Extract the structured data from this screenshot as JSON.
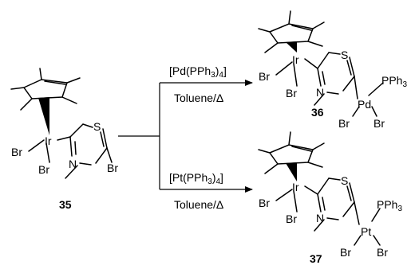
{
  "scheme": {
    "start_compound": {
      "number": "35",
      "atoms": {
        "metal": "Ir",
        "hal1": "Br",
        "hal2": "Br",
        "s": "S",
        "n": "N",
        "ring_br": "Br"
      }
    },
    "reactions": [
      {
        "reagent_pre": "[Pd(PPh",
        "reagent_sub": "3",
        "reagent_mid": ")",
        "reagent_sub2": "4",
        "reagent_post": "]",
        "solvent": "Toluene/Δ"
      },
      {
        "reagent_pre": "[Pt(PPh",
        "reagent_sub": "3",
        "reagent_mid": ")",
        "reagent_sub2": "4",
        "reagent_post": "]",
        "solvent": "Toluene/Δ"
      }
    ],
    "product_pd": {
      "number": "36",
      "atoms": {
        "metal": "Ir",
        "hal1": "Br",
        "hal2": "Br",
        "s": "S",
        "n": "N",
        "m2": "Pd",
        "p_pre": "PPh",
        "p_sub": "3",
        "m2_hal1": "Br",
        "m2_hal2": "Br"
      }
    },
    "product_pt": {
      "number": "37",
      "atoms": {
        "metal": "Ir",
        "hal1": "Br",
        "hal2": "Br",
        "s": "S",
        "n": "N",
        "m2": "Pt",
        "p_pre": "PPh",
        "p_sub": "3",
        "m2_hal1": "Br",
        "m2_hal2": "Br"
      }
    }
  }
}
